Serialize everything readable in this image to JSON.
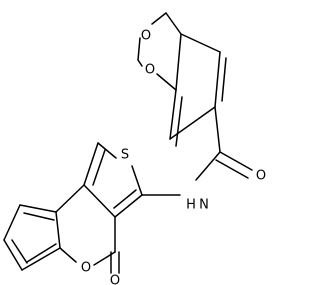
{
  "atoms": {
    "o_dioxane_upper": "O",
    "o_dioxane_lower": "O",
    "o_amide": "O",
    "n_amide": "N",
    "h_amide": "H",
    "s_thiophene": "S",
    "o_pyranone_ring": "O",
    "o_lactone_carbonyl": "O"
  },
  "colors": {
    "bond": "#000000",
    "label": "#000000",
    "background": "#ffffff"
  }
}
